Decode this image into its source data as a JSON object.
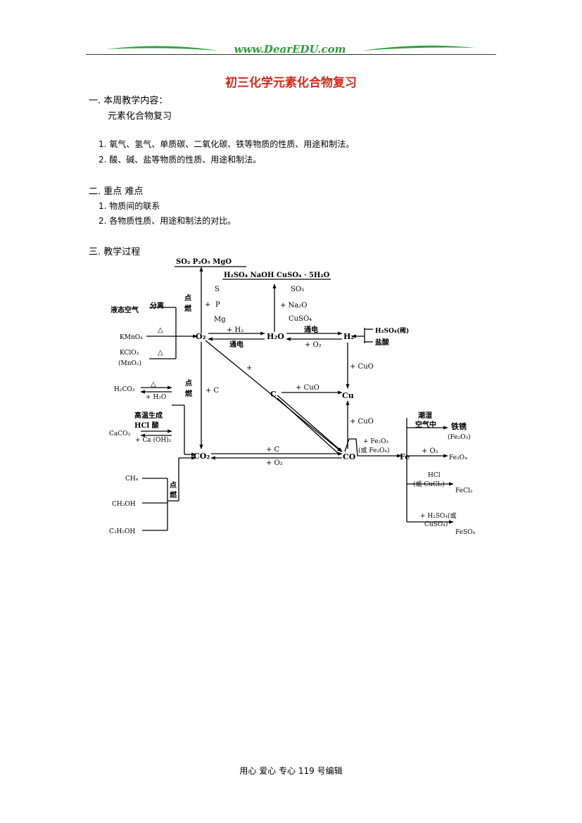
{
  "header": {
    "site": "www.DearEDU.com"
  },
  "title": "初三化学元素化合物复习",
  "sections": [
    {
      "heading": "一. 本周教学内容：",
      "subheading": "元素化合物复习",
      "items": [
        "1.  氧气、氢气、单质碳、二氧化碳、铁等物质的性质、用途和制法。",
        "2.  酸、碱、盐等物质的性质、用途和制法。"
      ]
    },
    {
      "heading": "二. 重点  难点",
      "items": [
        "1.  物质间的联系",
        "2.  各物质性质、用途和制法的对比。"
      ]
    },
    {
      "heading": "三. 教学过程"
    }
  ],
  "diagram": {
    "nodes": {
      "o2": "O₂",
      "h2o": "H₂O",
      "h2": "H₂",
      "c": "C",
      "cu": "Cu",
      "co2": "CO₂",
      "co": "CO",
      "fe": "Fe"
    },
    "sources": {
      "liquid_air": "液态空气",
      "separate": "分离",
      "kmno4": "KMnO₄",
      "kclo3": "KClO₃",
      "mno2": "(MnO₂)",
      "delta": "△",
      "h2co3": "H₂CO₃",
      "plus_h2o": "+ H₂O",
      "high_temp": "高温生成",
      "hcl_acid": "HCl 酸",
      "caco3": "CaCO₃",
      "ca_oh2": "+ Ca (OH)₂",
      "ch4": "CH₄",
      "ch3oh": "CH₃OH",
      "c2h5oh": "C₂H₅OH",
      "h2so4_dilute": "H₂SO₄(稀)",
      "hydrochloric": "盐酸"
    },
    "products": {
      "oxides": "SO₂ P₂O₅ MgO",
      "compounds": "H₂SO₄ NaOH CuSO₄ · 5H₂O",
      "s": "S",
      "p": "P",
      "mg": "Mg",
      "plus": "+",
      "so3": "SO₃",
      "na2o": "+ Na₂O",
      "cuso4": "CuSO₄",
      "rust": "铁锈",
      "fe2o3_rust": "(Fe₂O₃)",
      "fe3o4": "Fe₃O₄",
      "fecl2": "FeCl₂",
      "feso4": "FeSO₄"
    },
    "conditions": {
      "ignite": "点",
      "burn": "燃",
      "plus_h2": "+ H₂",
      "electrolysis": "通电",
      "plus_o2": "+ O₂",
      "plus_cuo": "+ CuO",
      "plus_c": "+ C",
      "plus": "+",
      "plus_fe2o3": "+ Fe₂O₃",
      "or_fe3o4": "(或 Fe₃O₄)",
      "humid": "潮湿",
      "in_air": "空气中",
      "hcl": "HCl",
      "or_cucl2": "(或 CuCl₂)",
      "plus_h2so4_or": "+ H₂SO₄(或",
      "cuso4_close": "CuSO₄)"
    }
  },
  "footer": "用心  爱心  专心     119 号编辑"
}
